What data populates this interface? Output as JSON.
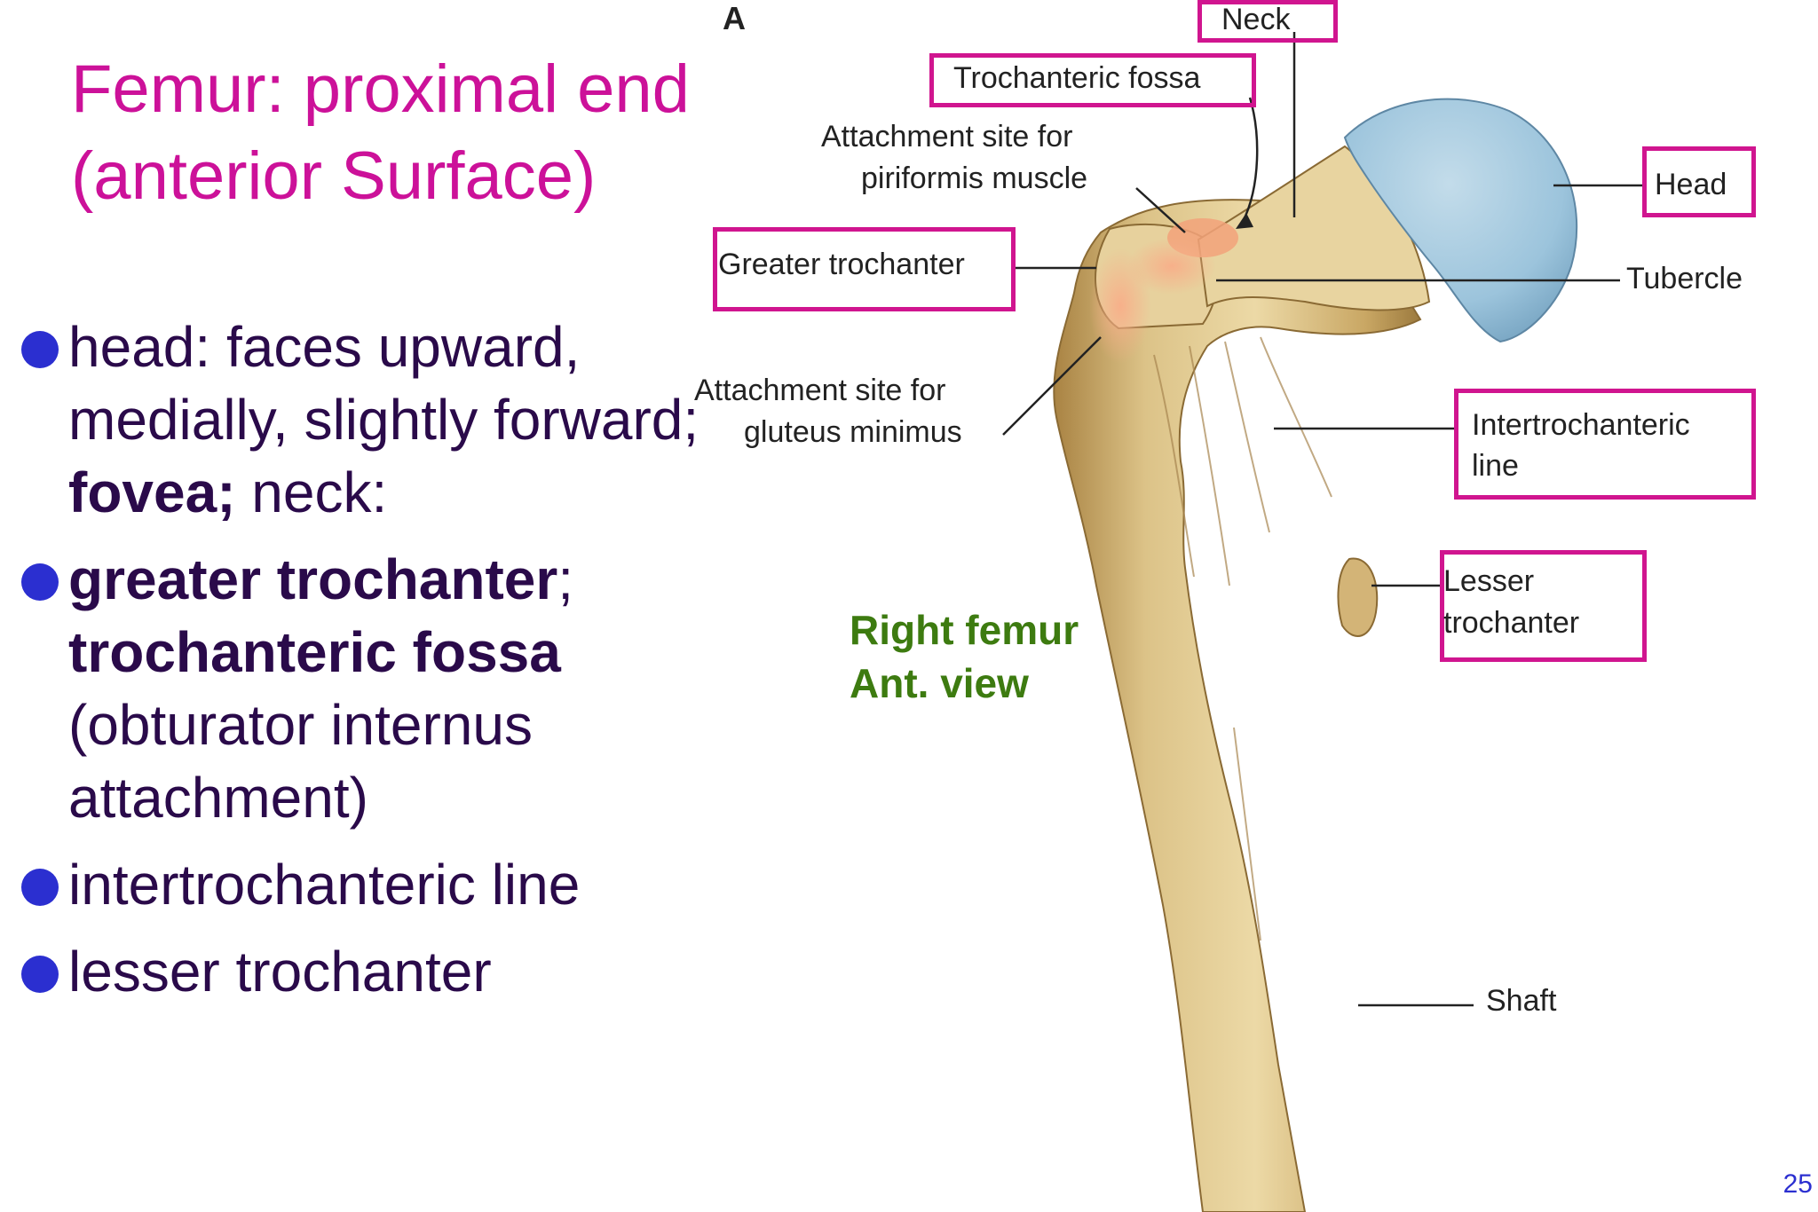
{
  "slide": {
    "title": "Femur: proximal end (anterior Surface)",
    "page_number": "25",
    "bullets": [
      {
        "parts": [
          {
            "t": "head: faces upward, medially, slightly forward; ",
            "b": false
          },
          {
            "t": "fovea;",
            "b": true
          },
          {
            "t": " neck:",
            "b": false
          }
        ]
      },
      {
        "parts": [
          {
            "t": "greater trochanter",
            "b": true
          },
          {
            "t": "; ",
            "b": false
          },
          {
            "t": "trochanteric fossa",
            "b": true
          },
          {
            "t": " (obturator internus attachment)",
            "b": false
          }
        ]
      },
      {
        "parts": [
          {
            "t": "intertrochanteric line",
            "b": false
          }
        ]
      },
      {
        "parts": [
          {
            "t": "lesser trochanter",
            "b": false
          }
        ]
      }
    ]
  },
  "figure": {
    "panel_letter": "A",
    "caption_line1": "Right femur",
    "caption_line2": "Ant. view",
    "labels": {
      "neck": "Neck",
      "trochanteric_fossa": "Trochanteric fossa",
      "piriformis_line1": "Attachment site for",
      "piriformis_line2": "piriformis muscle",
      "greater_trochanter": "Greater trochanter",
      "head": "Head",
      "tubercle": "Tubercle",
      "gluteus_line1": "Attachment site for",
      "gluteus_line2": "gluteus minimus",
      "intertrochanteric_line1": "Intertrochanteric",
      "intertrochanteric_line2": "line",
      "lesser_line1": "Lesser",
      "lesser_line2": "trochanter",
      "shaft": "Shaft"
    },
    "colors": {
      "bone": "#e3cc92",
      "bone_shadow": "#b8914e",
      "head_cartilage": "#9cc4dc",
      "attachment": "#f2a27a",
      "highlight_box": "#d0158f",
      "caption": "#3d7b10"
    }
  }
}
